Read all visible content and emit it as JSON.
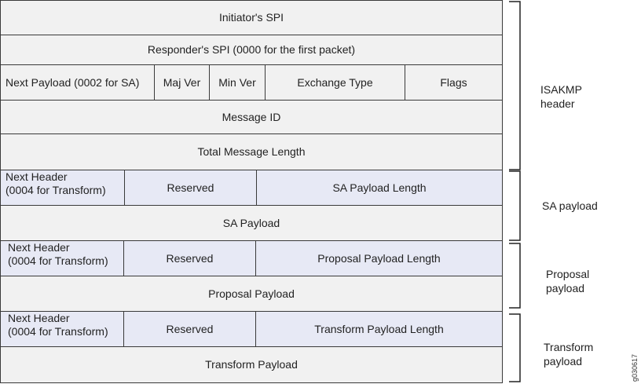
{
  "isakmp": {
    "initiator_spi": "Initiator's SPI",
    "responder_spi": "Responder's SPI (0000 for the first packet)",
    "next_payload": "Next Payload (0002 for SA)",
    "maj_ver": "Maj Ver",
    "min_ver": "Min Ver",
    "exchange_type": "Exchange Type",
    "flags": "Flags",
    "message_id": "Message ID",
    "total_length": "Total Message Length",
    "label_line1": "ISAKMP",
    "label_line2": "header"
  },
  "sa": {
    "next_header_line1": "Next Header",
    "next_header_line2": "(0004 for Transform)",
    "reserved": "Reserved",
    "length": "SA Payload Length",
    "payload": "SA Payload",
    "label": "SA payload"
  },
  "proposal": {
    "next_header_line1": "Next Header",
    "next_header_line2": "(0004 for Transform)",
    "reserved": "Reserved",
    "length": "Proposal Payload Length",
    "payload": "Proposal Payload",
    "label_line1": "Proposal",
    "label_line2": "payload"
  },
  "transform": {
    "next_header_line1": "Next Header",
    "next_header_line2": "(0004 for Transform)",
    "reserved": "Reserved",
    "length": "Transform Payload Length",
    "payload": "Transform Payload",
    "label_line1": "Transform",
    "label_line2": "payload"
  },
  "figure_id": "g030617",
  "colors": {
    "grey_fill": "#f1f1f1",
    "blue_fill": "#e7e9f5",
    "border": "#3a3a3a"
  }
}
